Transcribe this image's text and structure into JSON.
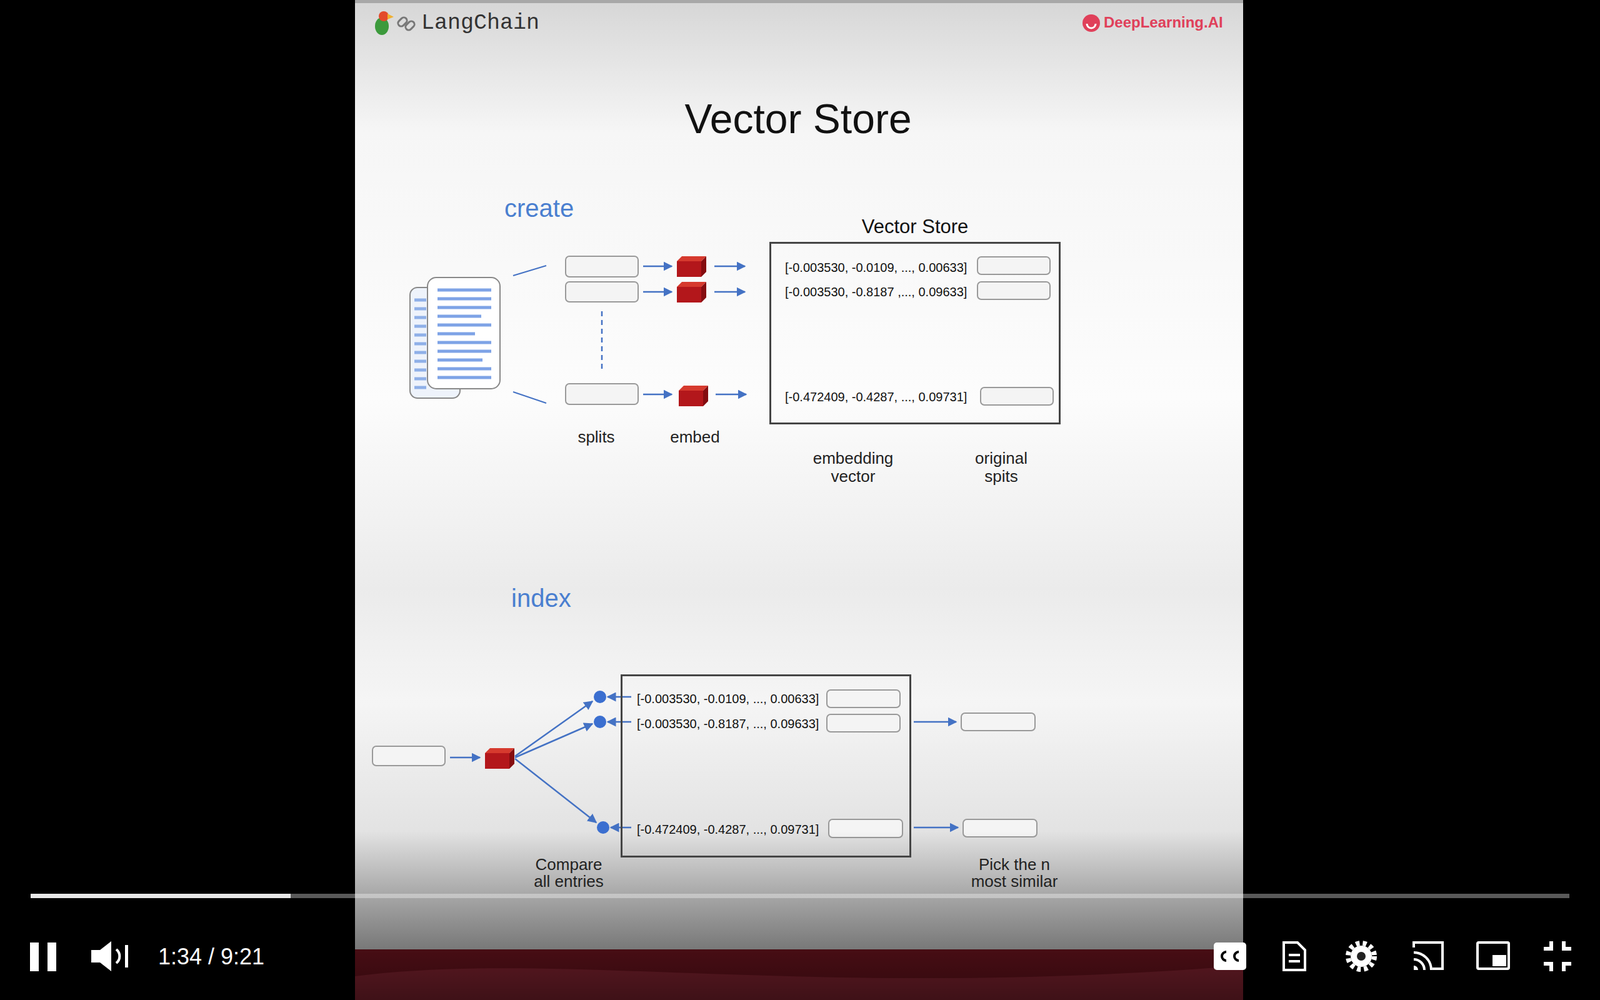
{
  "diagram": {
    "title": "Vector Store",
    "nodes": [
      {
        "text": [
          "Vector Store",
          "[-0.003530, -0.0109, ..., 0.00633]",
          "[-0.003530, -0.8187 ,..., 0.09633]",
          "[-0.472409, -0.4287, ..., 0.09731]"
        ]
      },
      {
        "text": [
          "[-0.003530, -0.0109, ..., 0.00633]",
          "[-0.003530, -0.8187, ..., 0.09633]",
          "[-0.472409, -0.4287, ..., 0.09731]"
        ]
      }
    ],
    "labels": [
      "LangChain",
      "DeepLearning.AI",
      "create",
      "splits",
      "embed",
      "embedding vector",
      "original spits",
      "index",
      "Compare all entries",
      "Pick the n most similar",
      "1:34 / 9:21"
    ]
  }
}
